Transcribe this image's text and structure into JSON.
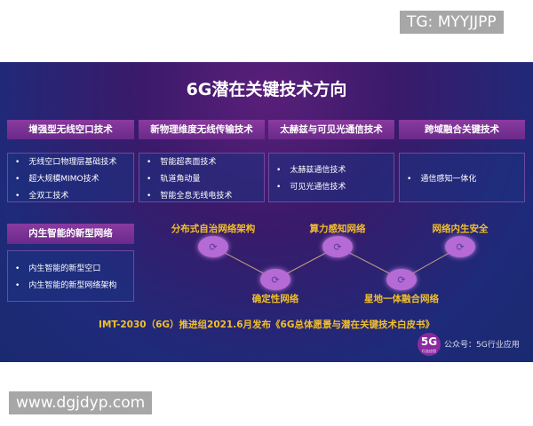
{
  "watermarks": {
    "top": "TG: MYYJJPP",
    "bottom": "www.dgjdyp.com"
  },
  "slide": {
    "title": "6G潜在关键技术方向",
    "categories": [
      {
        "header": "增强型无线空口技术",
        "items": [
          "无线空口物理层基础技术",
          "超大规模MIMO技术",
          "全双工技术"
        ]
      },
      {
        "header": "新物理维度无线传输技术",
        "items": [
          "智能超表面技术",
          "轨道角动量",
          "智能全息无线电技术"
        ]
      },
      {
        "header": "太赫兹与可见光通信技术",
        "items": [
          "太赫兹通信技术",
          "可见光通信技术"
        ]
      },
      {
        "header": "跨域融合关键技术",
        "items": [
          "通信感知一体化"
        ]
      },
      {
        "header": "内生智能的新型网络",
        "items": [
          "内生智能的新型空口",
          "内生智能的新型网络架构"
        ]
      }
    ],
    "network_nodes": [
      "分布式自治网络架构",
      "确定性网络",
      "算力感知网络",
      "星地一体融合网络",
      "网络内生安全"
    ],
    "node_icon": "refresh-icon",
    "footer": "IMT-2030（6G）推进组2021.6月发布《6G总体愿景与潜在关键技术白皮书》",
    "logo": {
      "text": "5G",
      "sub": "行业应用"
    },
    "account": "公众号：5G行业应用"
  },
  "colors": {
    "accent": "#f2c028",
    "header": "#7a30948",
    "node": "#b66ad6"
  }
}
